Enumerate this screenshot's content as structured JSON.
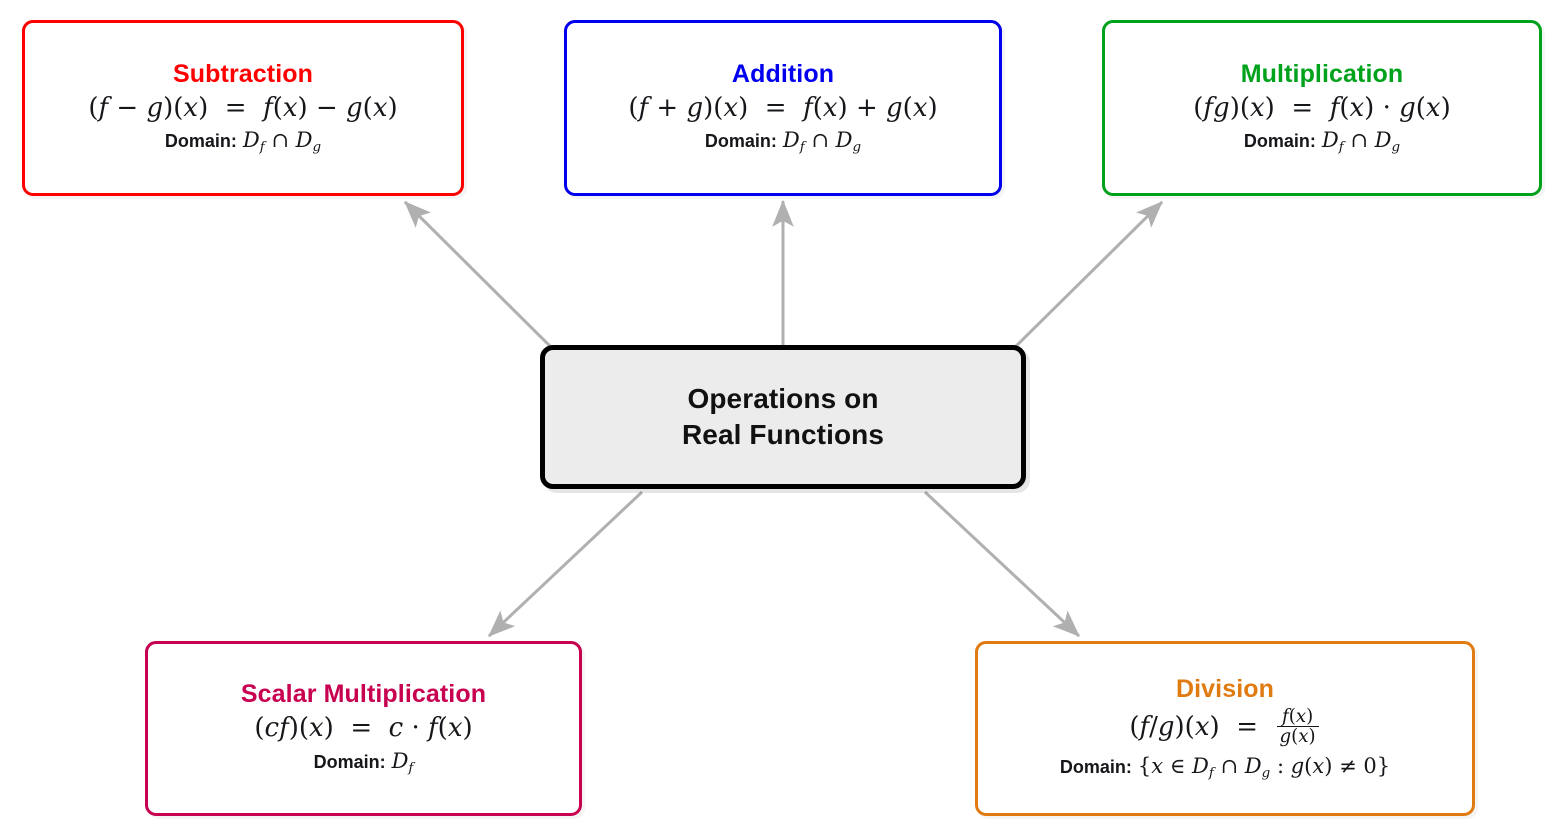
{
  "diagram": {
    "title": "Operations on Real Functions",
    "center": {
      "label_line1": "Operations on",
      "label_line2": "Real Functions",
      "fill_color": "#ececec",
      "border_color": "#000000"
    },
    "arrow_color": "#b0b0b0",
    "nodes": [
      {
        "id": "subtraction",
        "title": "Subtraction",
        "color": "#ff0000",
        "formula_plain": "(f - g)(x) = f(x) - g(x)",
        "domain_label": "Domain:",
        "domain_plain": "D_f ∩ D_g"
      },
      {
        "id": "addition",
        "title": "Addition",
        "color": "#0000ef",
        "formula_plain": "(f + g)(x) = f(x) + g(x)",
        "domain_label": "Domain:",
        "domain_plain": "D_f ∩ D_g"
      },
      {
        "id": "multiplication",
        "title": "Multiplication",
        "color": "#00a21c",
        "formula_plain": "(fg)(x) = f(x) · g(x)",
        "domain_label": "Domain:",
        "domain_plain": "D_f ∩ D_g"
      },
      {
        "id": "scalar-multiplication",
        "title": "Scalar Multiplication",
        "color": "#c7004f",
        "formula_plain": "(cf)(x) = c · f(x)",
        "domain_label": "Domain:",
        "domain_plain": "D_f"
      },
      {
        "id": "division",
        "title": "Division",
        "color": "#e07b12",
        "formula_plain": "(f/g)(x) = f(x)/g(x)",
        "domain_label": "Domain:",
        "domain_plain": "{x ∈ D_f ∩ D_g : g(x) ≠ 0}"
      }
    ],
    "symbols": {
      "minus": "−",
      "plus": "+",
      "equals": "=",
      "cdot": "·",
      "cap": "∩",
      "in": "∈",
      "neq": "≠",
      "slash": "/",
      "colon": ":",
      "lbrace": "{",
      "rbrace": "}",
      "lparen": "(",
      "rparen": ")",
      "zero": "0"
    },
    "vars": {
      "f": "f",
      "g": "g",
      "x": "x",
      "c": "c",
      "D": "D"
    }
  }
}
